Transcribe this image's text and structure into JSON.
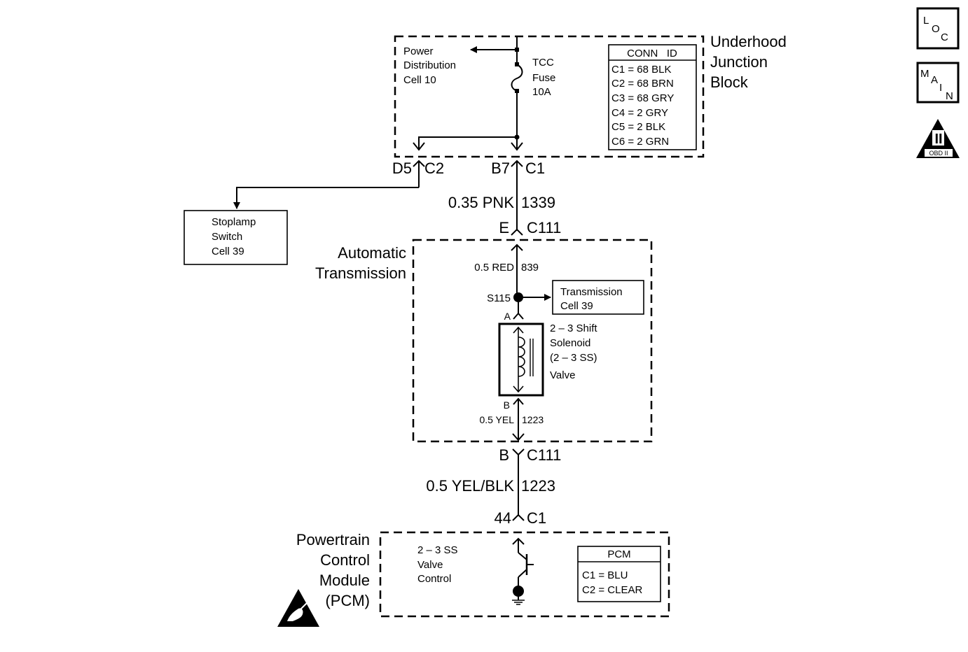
{
  "ujb": {
    "title": [
      "Underhood",
      "Junction",
      "Block"
    ],
    "power_dist": [
      "Power",
      "Distribution",
      "Cell 10"
    ],
    "fuse": [
      "TCC",
      "Fuse",
      "10A"
    ],
    "conn_header": "CONN   ID",
    "conn_rows": [
      "C1 = 68 BLK",
      "C2 = 68 BRN",
      "C3 = 68 GRY",
      "C4 = 2 GRY",
      "C5 = 2 BLK",
      "C6 = 2 GRN"
    ]
  },
  "connectors": {
    "d5": "D5",
    "c2": "C2",
    "b7": "B7",
    "c1": "C1",
    "e": "E",
    "c111_top": "C111",
    "b": "B",
    "c111_bot": "C111",
    "pin44": "44",
    "c1_pcm": "C1",
    "a": "A",
    "b_sol": "B"
  },
  "wires": {
    "w1_color": "0.35 PNK",
    "w1_circuit": "1339",
    "w2_color": "0.5 RED",
    "w2_circuit": "839",
    "w3_color": "0.5 YEL",
    "w3_circuit": "1223",
    "w4_color": "0.5 YEL/BLK",
    "w4_circuit": "1223"
  },
  "stoplamp": [
    "Stoplamp",
    "Switch",
    "Cell 39"
  ],
  "trans": {
    "title": [
      "Automatic",
      "Transmission"
    ],
    "splice": "S115",
    "ref": [
      "Transmission",
      "Cell 39"
    ],
    "solenoid": [
      "2 – 3 Shift",
      "Solenoid",
      "(2 – 3 SS)",
      "Valve"
    ]
  },
  "pcm": {
    "title": [
      "Powertrain",
      "Control",
      "Module",
      "(PCM)"
    ],
    "control": [
      "2 – 3 SS",
      "Valve",
      "Control"
    ],
    "table_header": "PCM",
    "table_rows": [
      "C1 = BLU",
      "C2 = CLEAR"
    ]
  },
  "nav": {
    "loc": [
      "L",
      "O",
      "C"
    ],
    "main": [
      "M",
      "A",
      "I",
      "N"
    ],
    "obd_label": "OBD II",
    "obd_mark": "II"
  }
}
